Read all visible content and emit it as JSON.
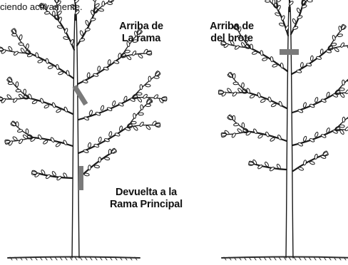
{
  "caption": "ciendo activamente.",
  "labels": {
    "top_left": [
      "Arriba de",
      "La rama"
    ],
    "top_right": [
      "Arriba de",
      "del brote"
    ],
    "bottom": [
      "Devuelta a la",
      "Rama Principal"
    ]
  },
  "colors": {
    "line": "#1a1a1a",
    "cut_marker": "#7a7a7a",
    "ground": "#2a2a2a"
  }
}
